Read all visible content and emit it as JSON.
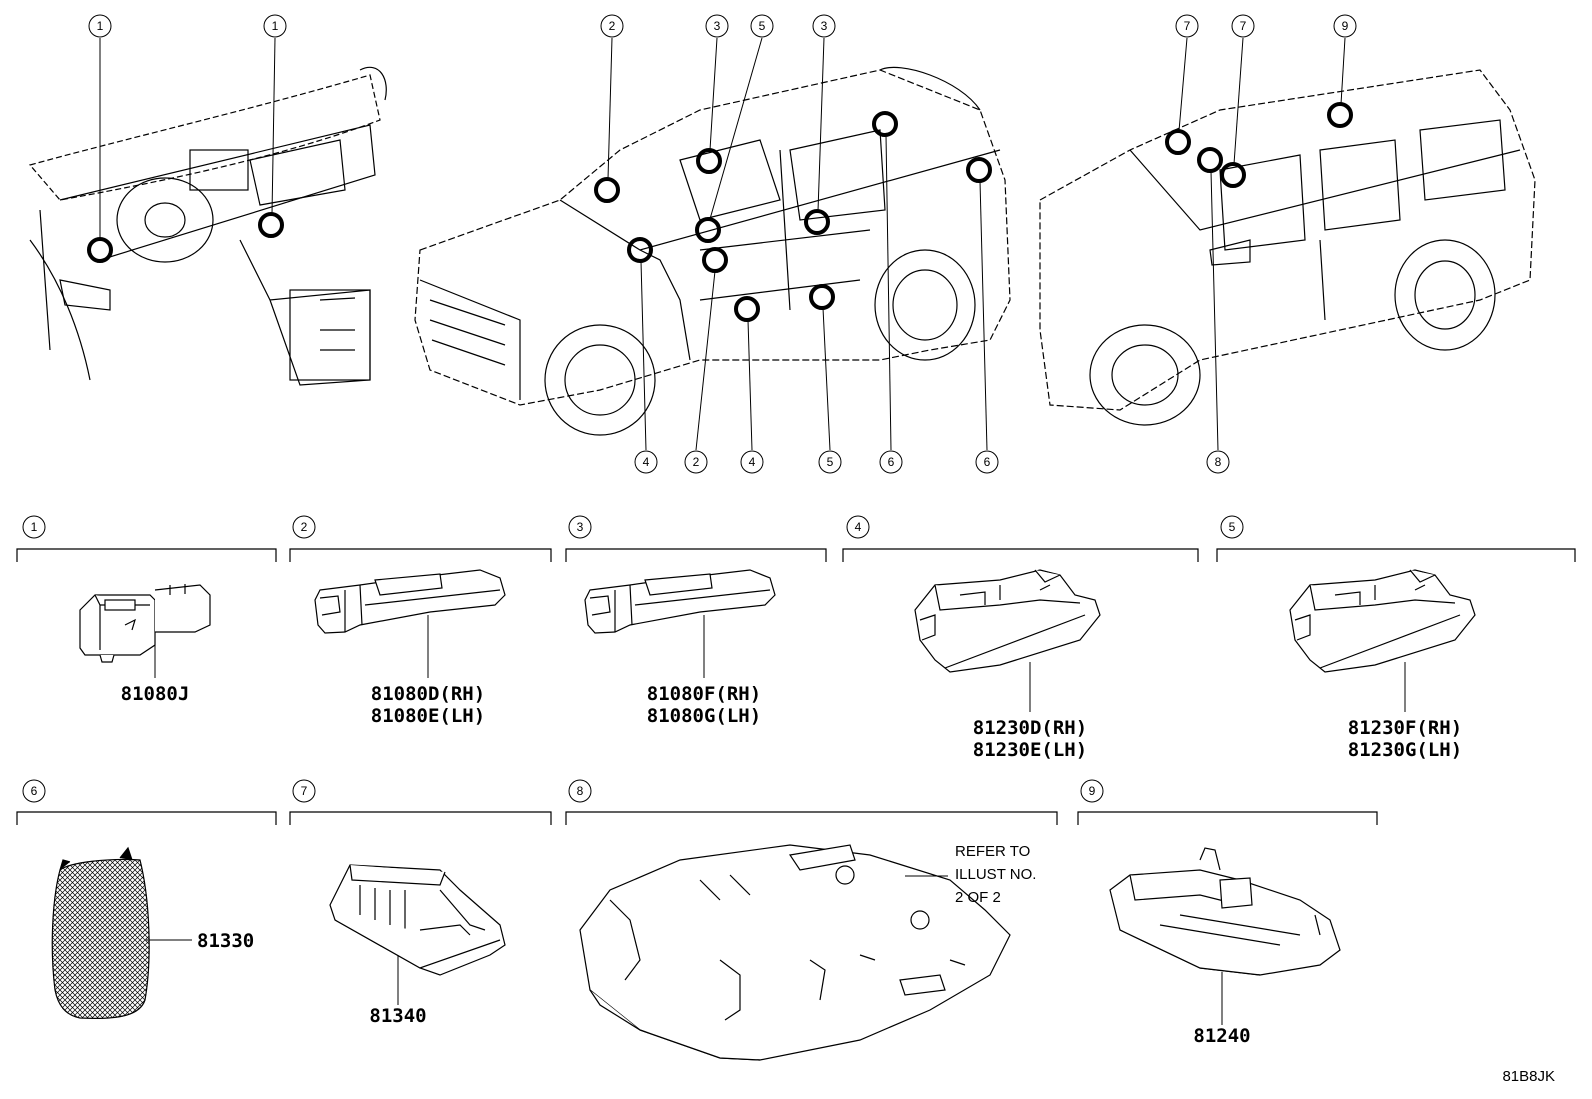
{
  "section_numbers": [
    "1",
    "2",
    "3",
    "4",
    "5",
    "6",
    "7",
    "8",
    "9"
  ],
  "overview_callouts": [
    "1",
    "1",
    "2",
    "3",
    "5",
    "3",
    "4",
    "2",
    "4",
    "5",
    "6",
    "6",
    "7",
    "7",
    "9",
    "8"
  ],
  "parts": {
    "p1": [
      "81080J"
    ],
    "p2": [
      "81080D(RH)",
      "81080E(LH)"
    ],
    "p3": [
      "81080F(RH)",
      "81080G(LH)"
    ],
    "p4": [
      "81230D(RH)",
      "81230E(LH)"
    ],
    "p5": [
      "81230F(RH)",
      "81230G(LH)"
    ],
    "p6": [
      "81330"
    ],
    "p7": [
      "81340"
    ],
    "p9": [
      "81240"
    ]
  },
  "note": [
    "REFER TO",
    "ILLUST NO.",
    "2 OF 2"
  ],
  "illustration_code": "81B8JK"
}
